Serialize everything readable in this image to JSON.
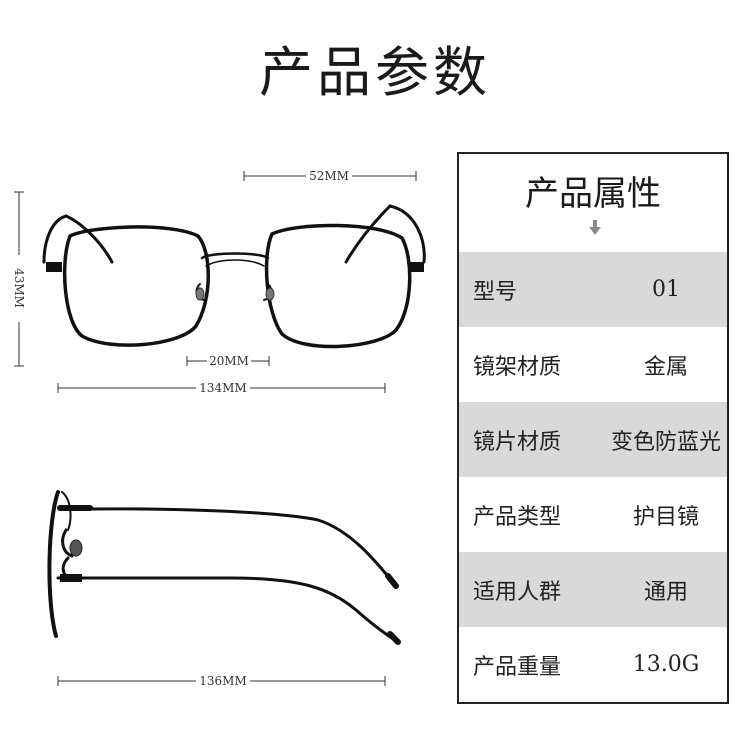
{
  "title": "产品参数",
  "dimensions": {
    "lens_width": "52MM",
    "lens_height": "43MM",
    "bridge_width": "20MM",
    "frame_width": "134MM",
    "temple_length": "136MM"
  },
  "panel": {
    "title": "产品属性",
    "rows": [
      {
        "label": "型号",
        "value": "01"
      },
      {
        "label": "镜架材质",
        "value": "金属"
      },
      {
        "label": "镜片材质",
        "value": "变色防蓝光"
      },
      {
        "label": "产品类型",
        "value": "护目镜"
      },
      {
        "label": "适用人群",
        "value": "通用"
      },
      {
        "label": "产品重量",
        "value": "13.0G"
      }
    ]
  }
}
